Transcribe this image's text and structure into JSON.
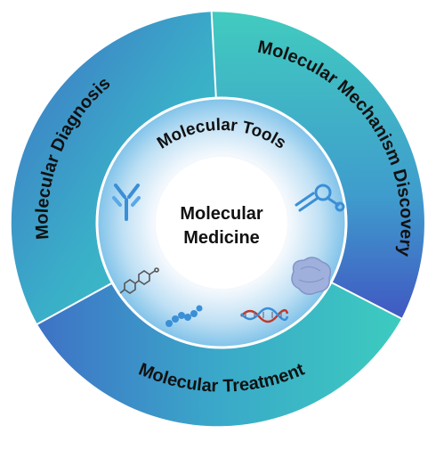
{
  "center": {
    "line1": "Molecular",
    "line2": "Medicine"
  },
  "inner_ring": {
    "label": "Molecular Tools",
    "icons": [
      "antibody-icon",
      "rna-hairpin-icon",
      "protein-icon",
      "dna-helix-icon",
      "peptide-chain-icon",
      "small-molecule-icon"
    ]
  },
  "outer_segments": [
    {
      "label": "Molecular Diagnosis"
    },
    {
      "label": "Molecular Mechanism Discovery"
    },
    {
      "label": "Molecular Treatment"
    }
  ],
  "colors": {
    "teal": "#3ec9c1",
    "blue": "#3f71c7",
    "inner_light": "#eaf3fb",
    "inner_mid": "#8fc8ea",
    "icon_blue": "#3a8fd6",
    "dna_red": "#c0392b"
  }
}
